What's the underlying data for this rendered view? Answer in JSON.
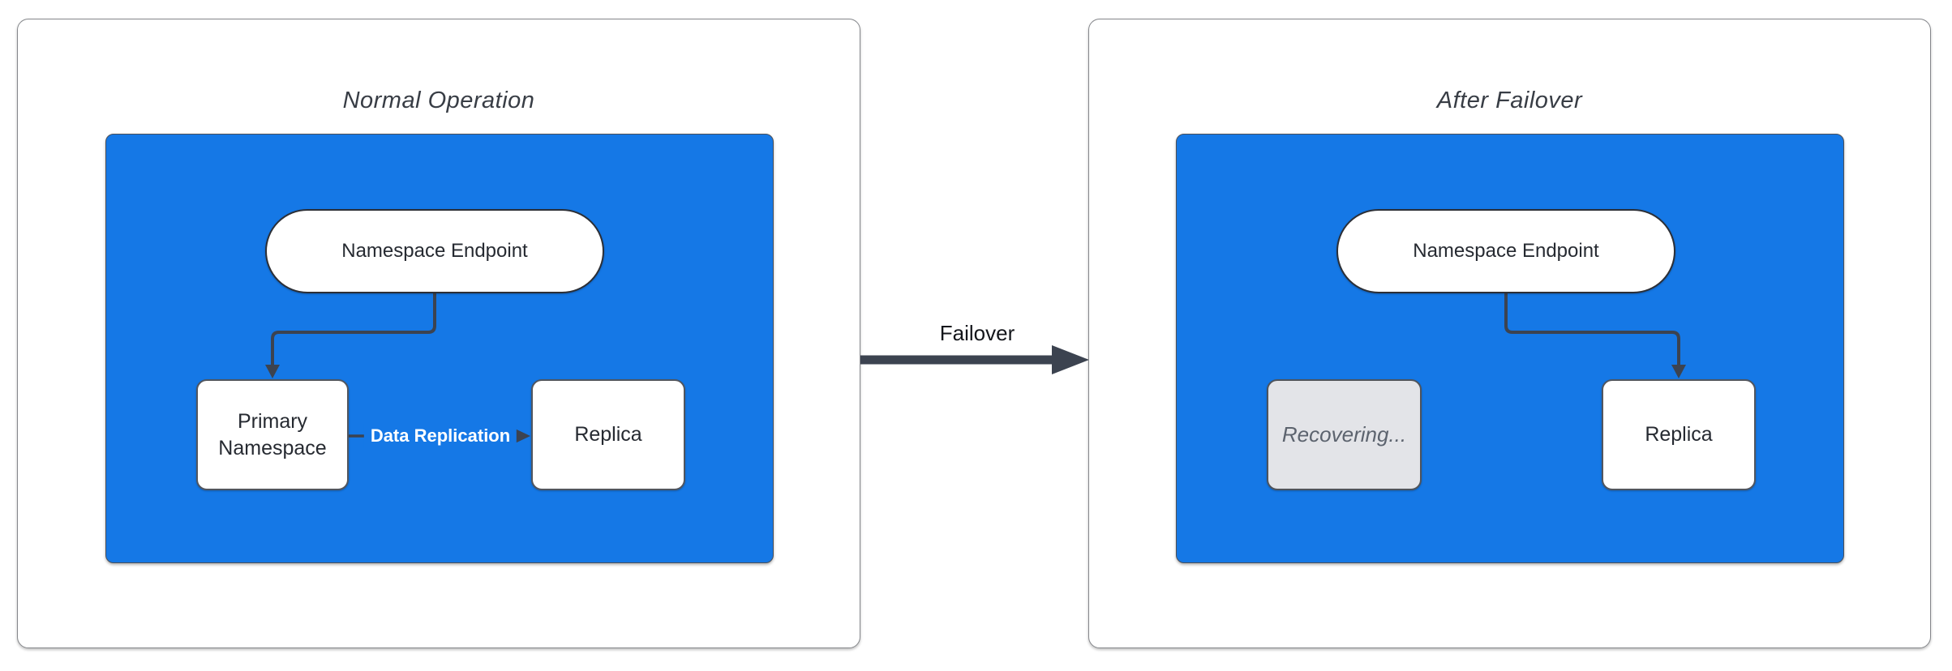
{
  "left_panel": {
    "title": "Normal Operation",
    "nodes": {
      "endpoint": "Namespace Endpoint",
      "primary": "Primary Namespace",
      "replica": "Replica"
    },
    "edges": {
      "replication": "Data Replication"
    }
  },
  "failover_edge": {
    "label": "Failover"
  },
  "right_panel": {
    "title": "After Failover",
    "nodes": {
      "endpoint": "Namespace Endpoint",
      "recovering": "Recovering...",
      "replica": "Replica"
    }
  },
  "colors": {
    "group_fill": "#1578E6",
    "connector": "#3C4350",
    "node_fill": "#FFFFFF",
    "node_border": "#51565F",
    "pill_border": "#2C2F36",
    "panel_border": "#85878B",
    "recovering_fill": "#E3E4E8",
    "recovering_text": "#5C636E",
    "title_text": "#383D45",
    "node_text": "#262A31",
    "edge_label_text": "#FFFFFF",
    "failover_text": "#14161B"
  }
}
